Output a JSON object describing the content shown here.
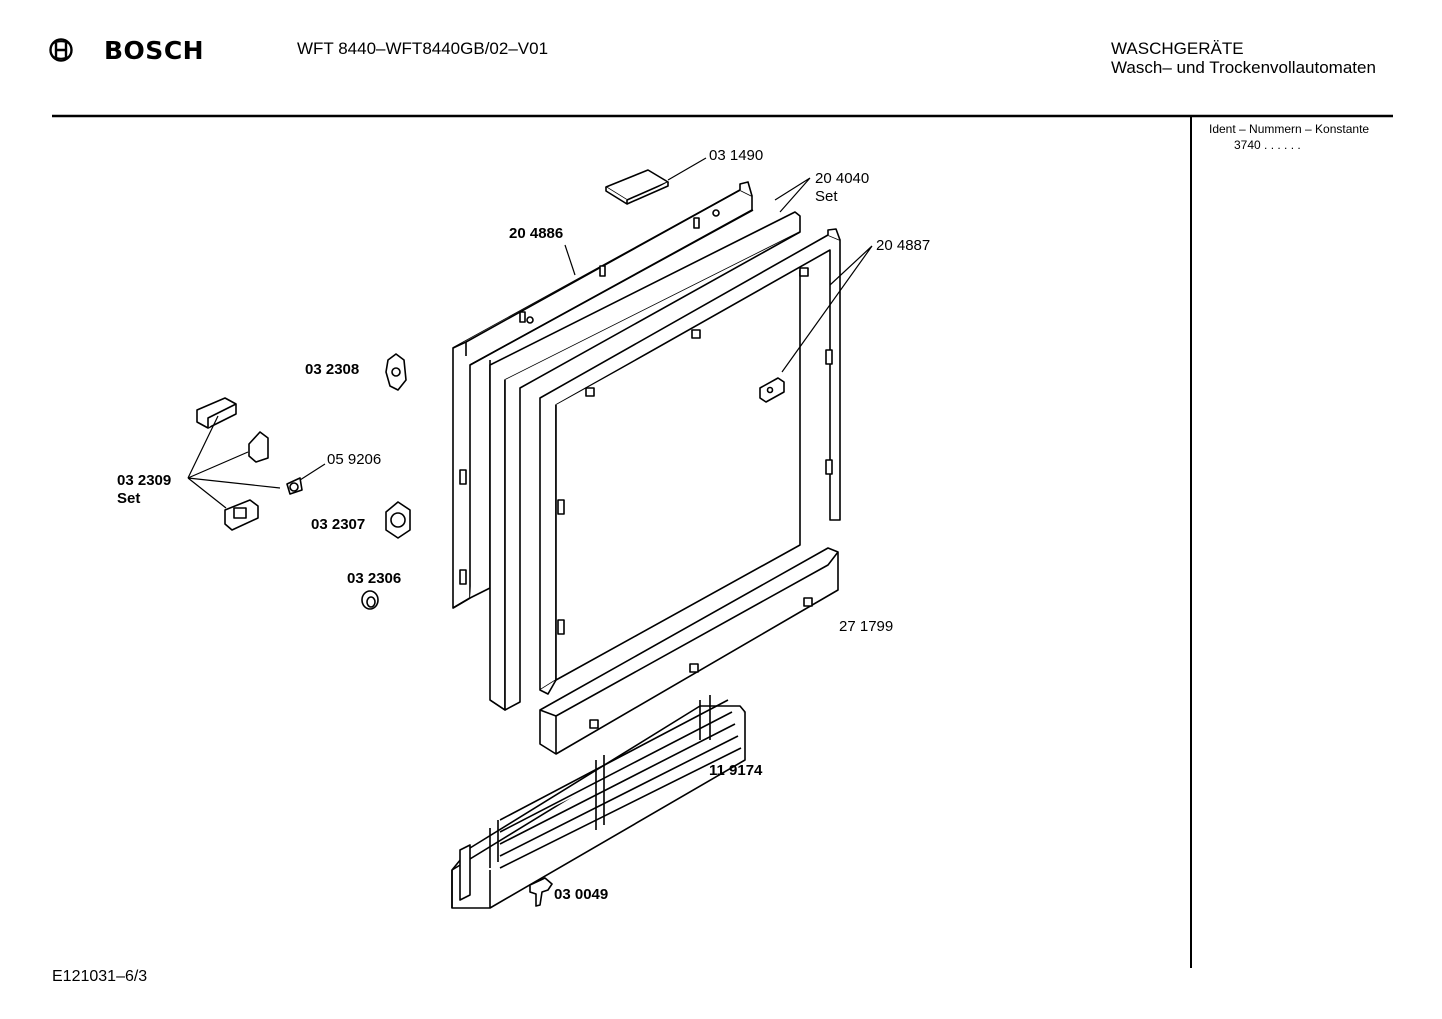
{
  "header": {
    "brand": "BOSCH",
    "model": "WFT 8440–WFT8440GB/02–V01",
    "category_line1": "WASCHGERÄTE",
    "category_line2": "Wasch– und Trockenvollautomaten"
  },
  "sidebar": {
    "ident_title": "Ident – Nummern – Konstante",
    "ident_value": "3740 . .  . . . ."
  },
  "parts": [
    {
      "number": "03 1490",
      "note": ""
    },
    {
      "number": "20 4040",
      "note": "Set"
    },
    {
      "number": "20 4886",
      "note": ""
    },
    {
      "number": "20 4887",
      "note": ""
    },
    {
      "number": "03 2308",
      "note": ""
    },
    {
      "number": "05 9206",
      "note": ""
    },
    {
      "number": "03 2309",
      "note": "Set"
    },
    {
      "number": "03 2307",
      "note": ""
    },
    {
      "number": "03 2306",
      "note": ""
    },
    {
      "number": "27 1799",
      "note": ""
    },
    {
      "number": "11 9174",
      "note": ""
    },
    {
      "number": "03 0049",
      "note": ""
    }
  ],
  "footer": {
    "drawing_id": "E121031–6/3"
  },
  "colors": {
    "ink": "#000000",
    "paper": "#ffffff"
  },
  "icons": {
    "logo": "bosch-armature-logo"
  }
}
